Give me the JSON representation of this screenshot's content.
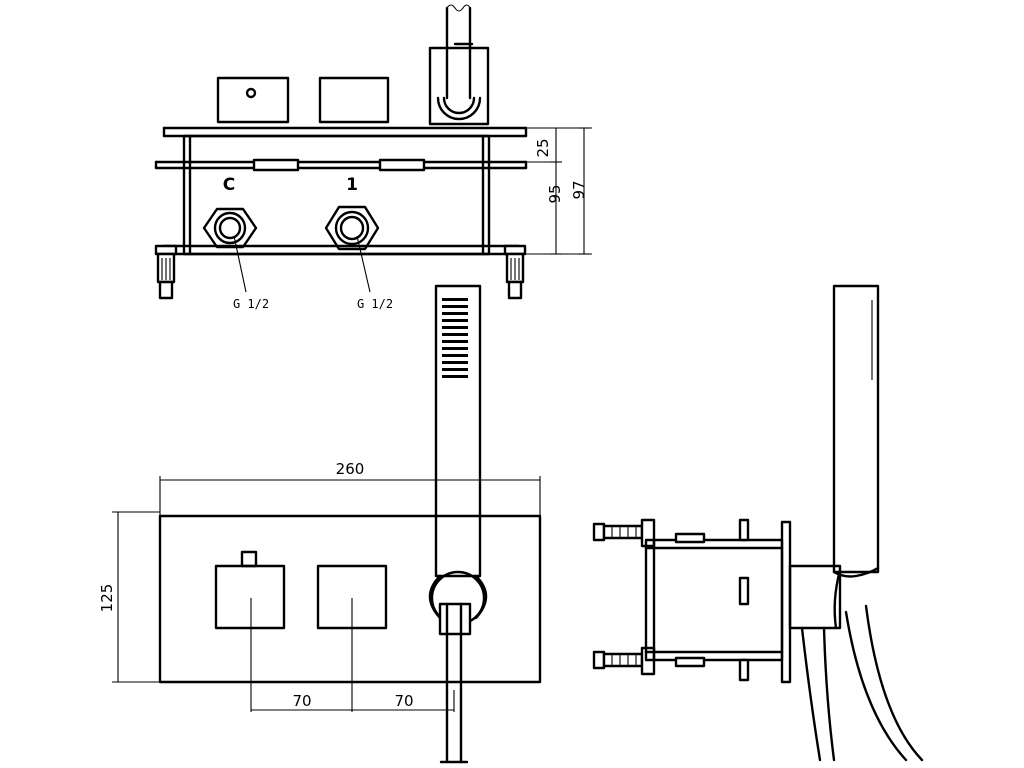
{
  "top_view": {
    "port_left_label": "C",
    "port_right_label": "1",
    "thread_left": "G 1/2",
    "thread_right": "G 1/2",
    "dim_25": "25",
    "dim_95": "95",
    "dim_97": "97"
  },
  "front_view": {
    "dim_width": "260",
    "dim_height": "125",
    "dim_spacing_left": "70",
    "dim_spacing_right": "70"
  }
}
